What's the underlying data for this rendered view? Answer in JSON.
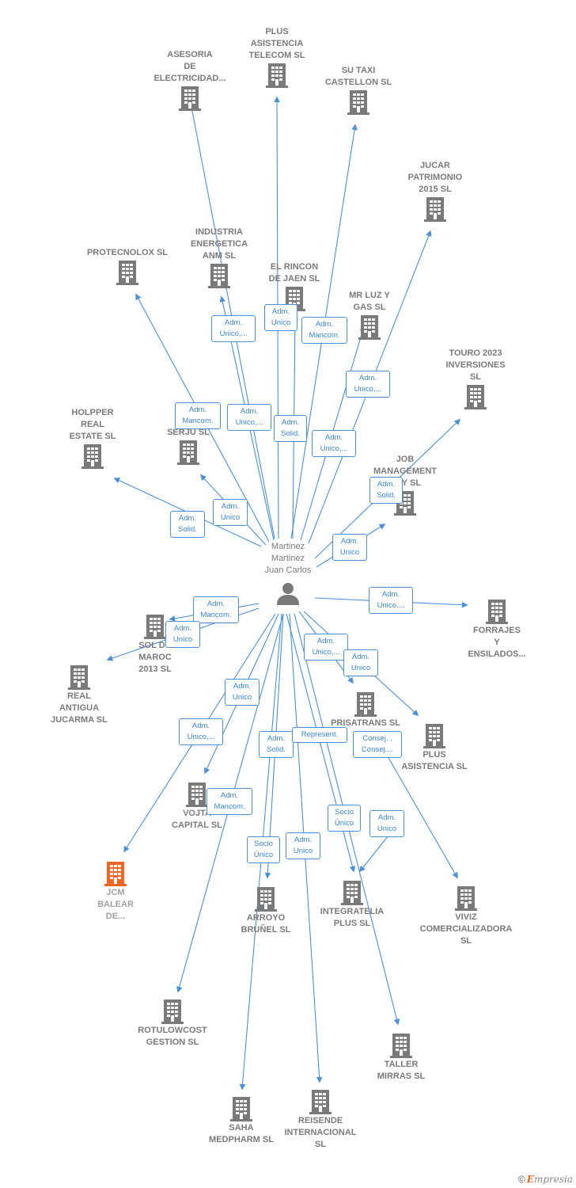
{
  "center": {
    "name": "Martinez\nMartinez\nJuan Carlos",
    "icon": "person-icon"
  },
  "companies": [
    {
      "id": "asesoria",
      "label": "ASESORIA\nDE\nELECTRICIDAD..."
    },
    {
      "id": "plus_telecom",
      "label": "PLUS\nASISTENCIA\nTELECOM SL"
    },
    {
      "id": "su_taxi",
      "label": "SU TAXI\nCASTELLON SL"
    },
    {
      "id": "jucar",
      "label": "JUCAR\nPATRIMONIO\n2015 SL"
    },
    {
      "id": "protecnolox",
      "label": "PROTECNOLOX SL"
    },
    {
      "id": "industria",
      "label": "INDUSTRIA\nENERGETICA\nANM SL"
    },
    {
      "id": "el_rincon",
      "label": "EL RINCON\nDE JAEN SL"
    },
    {
      "id": "mr_luz",
      "label": "MR LUZ Y\nGAS SL"
    },
    {
      "id": "touro",
      "label": "TOURO 2023\nINVERSIONES\nSL"
    },
    {
      "id": "holpper",
      "label": "HOLPPER\nREAL\nESTATE SL"
    },
    {
      "id": "serju",
      "label": "RES...\nSERJU SL"
    },
    {
      "id": "job",
      "label": "JOB\nMANAGEMENT\n...TY SL"
    },
    {
      "id": "forrajes",
      "label": "FORRAJES\nY\nENSILADOS..."
    },
    {
      "id": "sol",
      "label": "SOL DU\nMAROC\n2013 SL"
    },
    {
      "id": "real_antigua",
      "label": "REAL\nANTIGUA\nJUCARMA SL"
    },
    {
      "id": "prisatrans",
      "label": "PRISATRANS SL"
    },
    {
      "id": "plus_sl",
      "label": "PLUS\nASISTENCIA SL"
    },
    {
      "id": "vojta",
      "label": "VOJTA\nCAPITAL SL"
    },
    {
      "id": "jcm",
      "label": "JCM\nBALEAR\nDE..."
    },
    {
      "id": "arroyo",
      "label": "ARROYO\nBRUÑEL SL"
    },
    {
      "id": "integratelia",
      "label": "INTEGRATELIA\nPLUS SL"
    },
    {
      "id": "viviz",
      "label": "VIVIZ\nCOMERCIALIZADORA\nSL"
    },
    {
      "id": "rotulowcost",
      "label": "ROTULOWCOST\nGESTION SL"
    },
    {
      "id": "taller",
      "label": "TALLER\nMIRRAS SL"
    },
    {
      "id": "saha",
      "label": "SAHA\nMEDPHARM SL"
    },
    {
      "id": "reisende",
      "label": "REISENDE\nINTERNACIONAL\nSL"
    }
  ],
  "badges": [
    "Adm.\nUnico,...",
    "Adm.\nUnico",
    "Adm.\nMancom.",
    "Adm.\nUnico,...",
    "Adm.\nMancom.",
    "Adm.\nUnico,...",
    "Adm.\nSolid.",
    "Adm.\nUnico,...",
    "Adm.\nSolid.",
    "Adm.\nUnico",
    "Adm.\nSolid.",
    "Adm.\nUnico",
    "Adm.\nMancom.",
    "Adm.\nUnico,...",
    "Adm.\nUnico",
    "Adm.\nUnico,...",
    "Adm.\nUnico",
    "Adm.\nUnico",
    "Adm.\nUnico,...",
    "Adm.\nSolid.",
    "Represent.",
    "Consej. ,\nConsej....",
    "Adm.\nMancom.",
    "Socio\nÚnico",
    "Adm.\nUnico",
    "Socio\nÚnico",
    "Adm.\nUnico"
  ],
  "footer": {
    "copyright": "©",
    "brand_initial": "E",
    "brand_rest": "mpresia"
  },
  "colors": {
    "edge": "#4a90d9",
    "building": "#7a7a7a",
    "highlight": "#f26522",
    "label": "#7a7a7a"
  }
}
